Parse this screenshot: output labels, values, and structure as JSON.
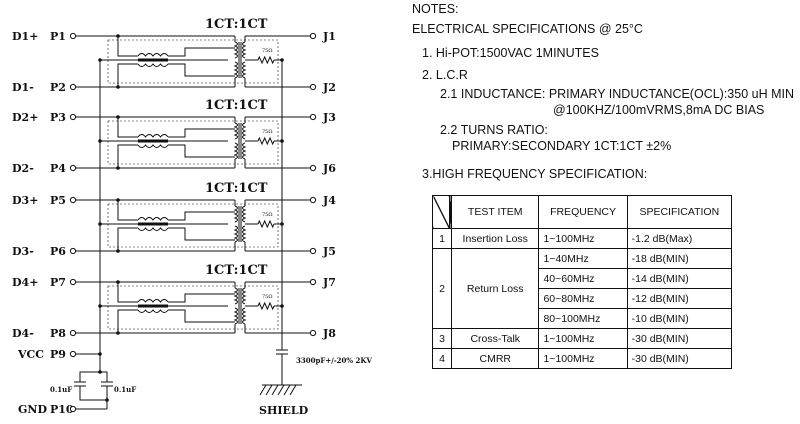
{
  "schematic": {
    "channels": [
      {
        "ratio": "1CT:1CT",
        "res": "75Ω",
        "left_top": "D1+",
        "pin_top": "P1",
        "left_bot": "D1-",
        "pin_bot": "P2",
        "j_top": "J1",
        "j_bot": "J2"
      },
      {
        "ratio": "1CT:1CT",
        "res": "75Ω",
        "left_top": "D2+",
        "pin_top": "P3",
        "left_bot": "D2-",
        "pin_bot": "P4",
        "j_top": "J3",
        "j_bot": "J6"
      },
      {
        "ratio": "1CT:1CT",
        "res": "75Ω",
        "left_top": "D3+",
        "pin_top": "P5",
        "left_bot": "D3-",
        "pin_bot": "P6",
        "j_top": "J4",
        "j_bot": "J5"
      },
      {
        "ratio": "1CT:1CT",
        "res": "75Ω",
        "left_top": "D4+",
        "pin_top": "P7",
        "left_bot": "D4-",
        "pin_bot": "P8",
        "j_top": "J7",
        "j_bot": "J8"
      }
    ],
    "vcc_label": "VCC",
    "vcc_pin": "P9",
    "gnd_label": "GND",
    "gnd_pin": "P10",
    "cap_left": "0.1uF",
    "cap_right": "0.1uF",
    "shield_cap": "3300pF+/-20% 2KV",
    "shield_label": "SHIELD"
  },
  "notes": {
    "title": "NOTES:",
    "elec": "ELECTRICAL SPECIFICATIONS @ 25°C",
    "hipot": "1.  Hi-POT:1500VAC  1MINUTES",
    "lcr": "2.  L.C.R",
    "ind1": "2.1  INDUCTANCE:  PRIMARY INDUCTANCE(OCL):350 uH MIN",
    "ind2": "@100KHZ/100mVRMS,8mA DC BIAS",
    "turns1": "2.2  TURNS RATIO:",
    "turns2": "PRIMARY:SECONDARY 1CT:1CT ±2%",
    "hf": "3.HIGH FREQUENCY SPECIFICATION:"
  },
  "table": {
    "headers": [
      "TEST ITEM",
      "FREQUENCY",
      "SPECIFICATION"
    ],
    "rows": [
      {
        "no": "1",
        "item": "Insertion Loss",
        "freq": [
          "1~100MHz"
        ],
        "spec": [
          "-1.2 dB(Max)"
        ]
      },
      {
        "no": "2",
        "item": "Return Loss",
        "freq": [
          "1~40MHz",
          "40~60MHz",
          "60~80MHz",
          "80~100MHz"
        ],
        "spec": [
          "-18 dB(MIN)",
          "-14 dB(MIN)",
          "-12 dB(MIN)",
          "-10 dB(MIN)"
        ]
      },
      {
        "no": "3",
        "item": "Cross-Talk",
        "freq": [
          "1~100MHz"
        ],
        "spec": [
          "-30 dB(MIN)"
        ]
      },
      {
        "no": "4",
        "item": "CMRR",
        "freq": [
          "1~100MHz"
        ],
        "spec": [
          "-30 dB(MIN)"
        ]
      }
    ]
  }
}
